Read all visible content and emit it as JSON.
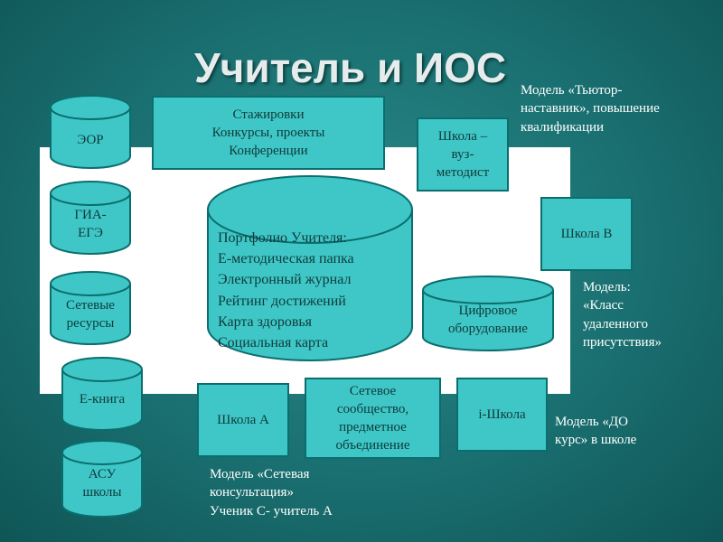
{
  "title": "Учитель и ИОС",
  "boxes": {
    "internships": [
      "Стажировки",
      "Конкурсы, проекты",
      "Конференции"
    ],
    "school_university": [
      "Школа –",
      "вуз-",
      "методист"
    ],
    "school_b": [
      "Школа В"
    ],
    "school_a": [
      "Школа А"
    ],
    "network_community": [
      "Сетевое",
      "сообщество,",
      "предметное",
      "объединение"
    ],
    "i_school": [
      "i-Школа"
    ]
  },
  "cylinders": {
    "eor": [
      "ЭОР"
    ],
    "gia": [
      "ГИА-",
      "ЕГЭ"
    ],
    "network_resources": [
      "Сетевые",
      "ресурсы"
    ],
    "ebook": [
      "Е-книга"
    ],
    "asu": [
      "АСУ",
      "школы"
    ],
    "digital_equipment": [
      "Цифровое",
      "оборудование"
    ],
    "portfolio": [
      "Портфолио Учителя:",
      "Е-методическая папка",
      "Электронный журнал",
      "Рейтинг достижений",
      "Карта здоровья",
      "Социальная карта"
    ]
  },
  "notes": {
    "tutor_model": [
      "Модель «Тьютор-",
      "наставник», повышение",
      "квалификации"
    ],
    "remote_class": [
      "Модель:",
      "«Класс",
      "удаленного",
      "присутствия»"
    ],
    "do_course": [
      "Модель «ДО",
      "курс» в школе"
    ],
    "network_consult": [
      "Модель «Сетевая",
      "консультация»",
      "Ученик С-  учитель А"
    ]
  },
  "colors": {
    "box_fill": "#3fc7c7",
    "box_border": "#0b6e6e",
    "background": "#1a6f70",
    "panel": "#ffffff"
  }
}
